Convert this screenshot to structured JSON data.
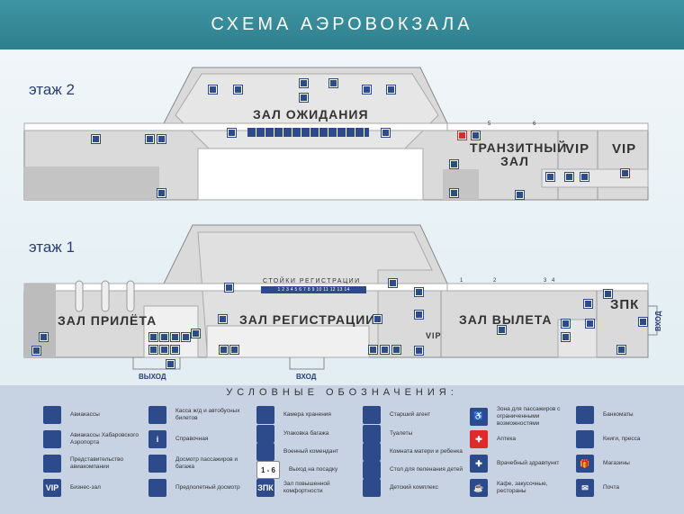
{
  "title": "СХЕМА АЭРОВОКЗАЛА",
  "floor2": {
    "label": "этаж 2",
    "halls": [
      "ЗАЛ ОЖИДАНИЯ",
      "ТРАНЗИТНЫЙ ЗАЛ",
      "VIP",
      "VIP"
    ],
    "gates": [
      "5",
      "6"
    ]
  },
  "floor1": {
    "label": "этаж 1",
    "halls": [
      "ЗАЛ ПРИЛЁТА",
      "ЗАЛ РЕГИСТРАЦИИ",
      "ЗАЛ ВЫЛЕТА",
      "ЗПК",
      "VIP"
    ],
    "counters_title": "СТОЙКИ РЕГИСТРАЦИИ",
    "counters": "1 2 3 4 5 6 7 8 9 10 11 12 13 14",
    "gates": [
      "1",
      "2",
      "3",
      "4"
    ],
    "exits": [
      "ВЫХОД",
      "ВХОД",
      "ВХОД"
    ]
  },
  "legend": {
    "title": "УСЛОВНЫЕ ОБОЗНАЧЕНИЯ:",
    "items": [
      {
        "icon": "ticket-icon",
        "label": "Авиакассы"
      },
      {
        "icon": "ticket-icon",
        "label": "Авиакассы Хабаровского Аэропорта"
      },
      {
        "icon": "airline-rep-icon",
        "label": "Представительство авиакомпании"
      },
      {
        "icon": "vip-icon",
        "glyph": "VIP",
        "label": "Бизнес-зал"
      },
      {
        "icon": "train-icon",
        "label": "Касса ж/д и автобусных билетов"
      },
      {
        "icon": "info-icon",
        "glyph": "i",
        "label": "Справочная"
      },
      {
        "icon": "security-scan-icon",
        "label": "Досмотр пассажиров и багажа"
      },
      {
        "icon": "preflight-check-icon",
        "label": "Предполетный досмотр"
      },
      {
        "icon": "luggage-storage-icon",
        "label": "Камера хранения"
      },
      {
        "icon": "baggage-wrap-icon",
        "label": "Упаковка багажа"
      },
      {
        "icon": "military-officer-icon",
        "label": "Военный комендант"
      },
      {
        "icon": "gate-icon",
        "glyph": "1 - 6",
        "label": "Выход на посадку"
      },
      {
        "icon": "comfort-lounge-icon",
        "glyph": "ЗПК",
        "label": "Зал повышенной комфортности"
      },
      {
        "icon": "senior-agent-icon",
        "label": "Старший агент"
      },
      {
        "icon": "toilet-icon",
        "label": "Туалеты"
      },
      {
        "icon": "mother-child-icon",
        "label": "Комната матери и ребенка"
      },
      {
        "icon": "baby-change-icon",
        "label": "Стол для пеленания детей"
      },
      {
        "icon": "rocking-horse-icon",
        "label": "Детский комплекс"
      },
      {
        "icon": "wheelchair-icon",
        "glyph": "♿",
        "label": "Зона для пассажиров с ограниченными возможностями"
      },
      {
        "icon": "pharmacy-icon",
        "glyph": "✚",
        "label": "Аптека",
        "color": "#e02a2a"
      },
      {
        "icon": "medical-icon",
        "glyph": "✚",
        "label": "Врачебный здравпункт"
      },
      {
        "icon": "cafe-icon",
        "glyph": "☕",
        "label": "Кафе, закусочные, рестораны"
      },
      {
        "icon": "atm-icon",
        "label": "Банкоматы"
      },
      {
        "icon": "books-icon",
        "label": "Книги, пресса"
      },
      {
        "icon": "gift-shop-icon",
        "glyph": "🎁",
        "label": "Магазины"
      },
      {
        "icon": "mail-icon",
        "glyph": "✉",
        "label": "Почта"
      }
    ]
  },
  "colors": {
    "header": "#3f95a3",
    "icon": "#2d4a8a",
    "pharmacy": "#e02a2a",
    "legend_bg": "#c7d2e3",
    "floor": "#d9d9d9"
  }
}
